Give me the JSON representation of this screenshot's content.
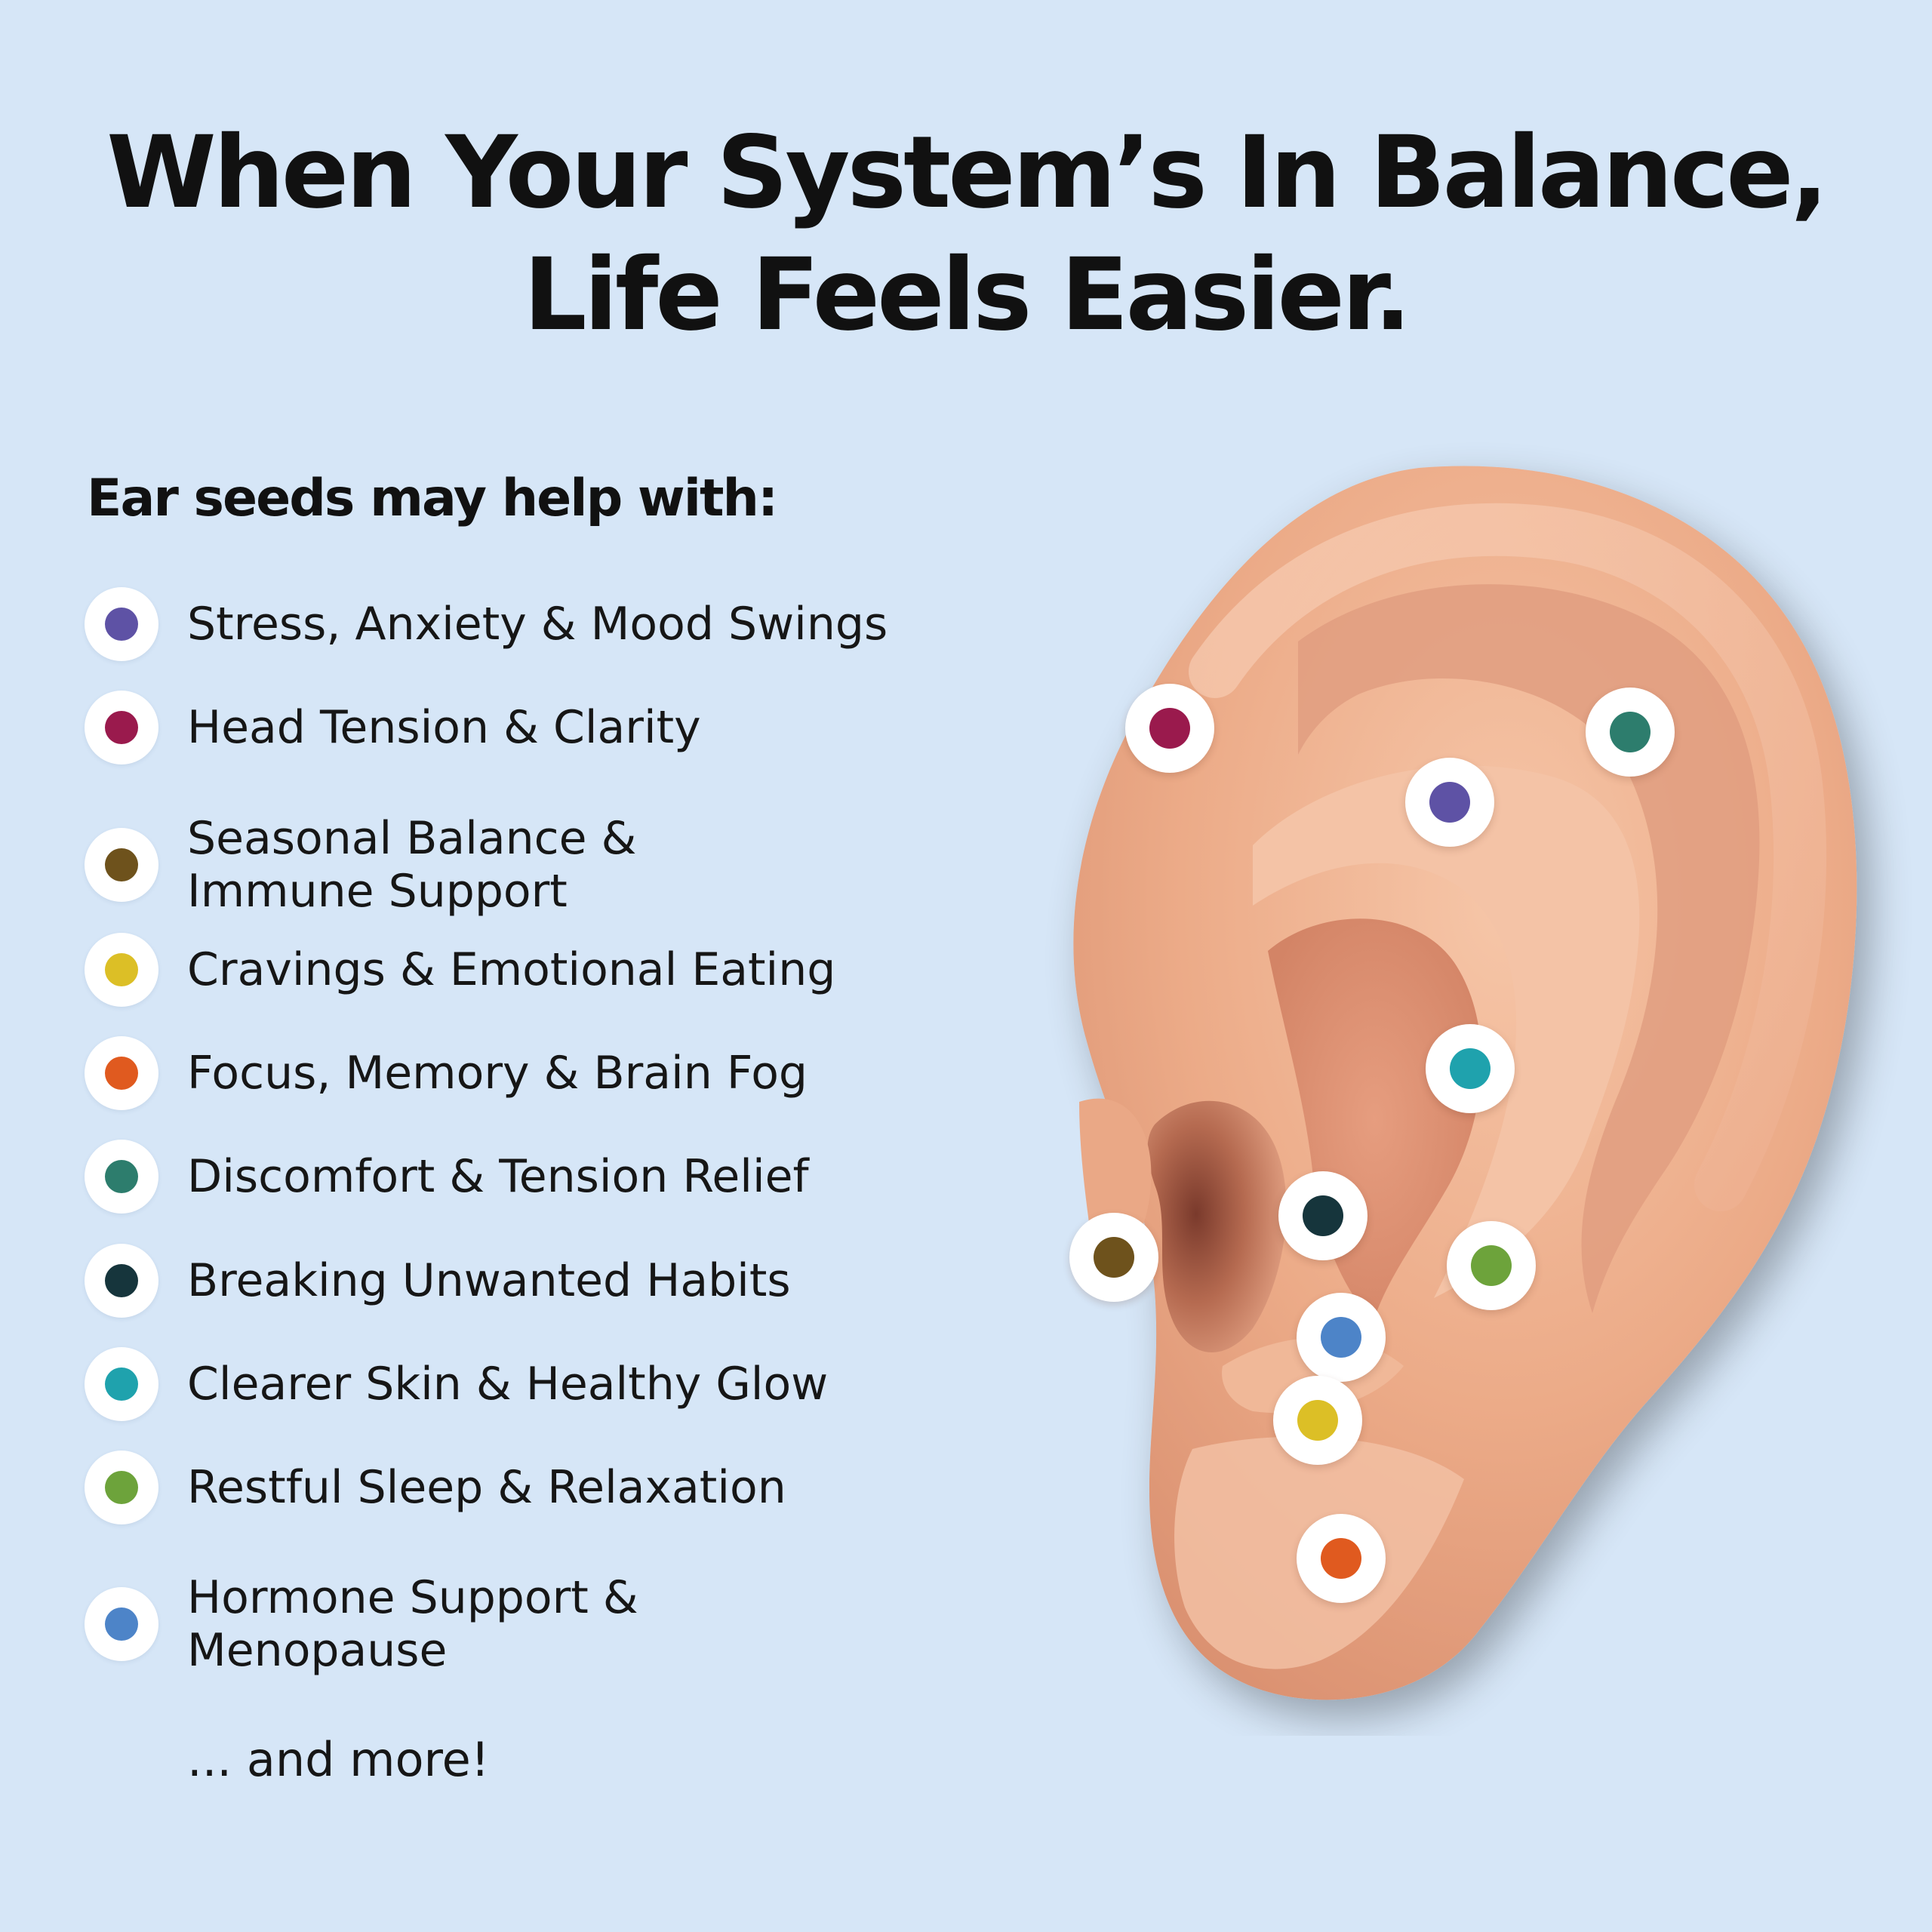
{
  "headline": {
    "line1": "When Your System’s In Balance,",
    "line2": "Life Feels Easier."
  },
  "list_heading": "Ear seeds may help with:",
  "benefits": [
    {
      "label": "Stress, Anxiety & Mood Swings",
      "color": "#5e52a5"
    },
    {
      "label": "Head Tension & Clarity",
      "color": "#9a1a4d"
    },
    {
      "label": "Seasonal Balance &\nImmune Support",
      "color": "#6e521c"
    },
    {
      "label": "Cravings & Emotional Eating",
      "color": "#dcbf26"
    },
    {
      "label": "Focus, Memory & Brain Fog",
      "color": "#e05a1f"
    },
    {
      "label": "Discomfort & Tension Relief",
      "color": "#2d7d6d"
    },
    {
      "label": "Breaking Unwanted Habits",
      "color": "#16353c"
    },
    {
      "label": "Clearer Skin & Healthy Glow",
      "color": "#1fa2ad"
    },
    {
      "label": "Restful Sleep & Relaxation",
      "color": "#6da33b"
    },
    {
      "label": "Hormone Support &\nMenopause",
      "color": "#4d84c8"
    }
  ],
  "more_text": "... and more!",
  "ear_points": [
    {
      "benefit": "Head Tension & Clarity",
      "color": "#9a1a4d"
    },
    {
      "benefit": "Discomfort & Tension Relief",
      "color": "#2d7d6d"
    },
    {
      "benefit": "Stress, Anxiety & Mood Swings",
      "color": "#5e52a5"
    },
    {
      "benefit": "Clearer Skin & Healthy Glow",
      "color": "#1fa2ad"
    },
    {
      "benefit": "Breaking Unwanted Habits",
      "color": "#16353c"
    },
    {
      "benefit": "Seasonal Balance & Immune Support",
      "color": "#6e521c"
    },
    {
      "benefit": "Restful Sleep & Relaxation",
      "color": "#6da33b"
    },
    {
      "benefit": "Hormone Support & Menopause",
      "color": "#4d84c8"
    },
    {
      "benefit": "Cravings & Emotional Eating",
      "color": "#dcbf26"
    },
    {
      "benefit": "Focus, Memory & Brain Fog",
      "color": "#e05a1f"
    }
  ],
  "colors": {
    "background": "#d6e6f7",
    "text": "#111111",
    "skin": "#eaa886"
  }
}
